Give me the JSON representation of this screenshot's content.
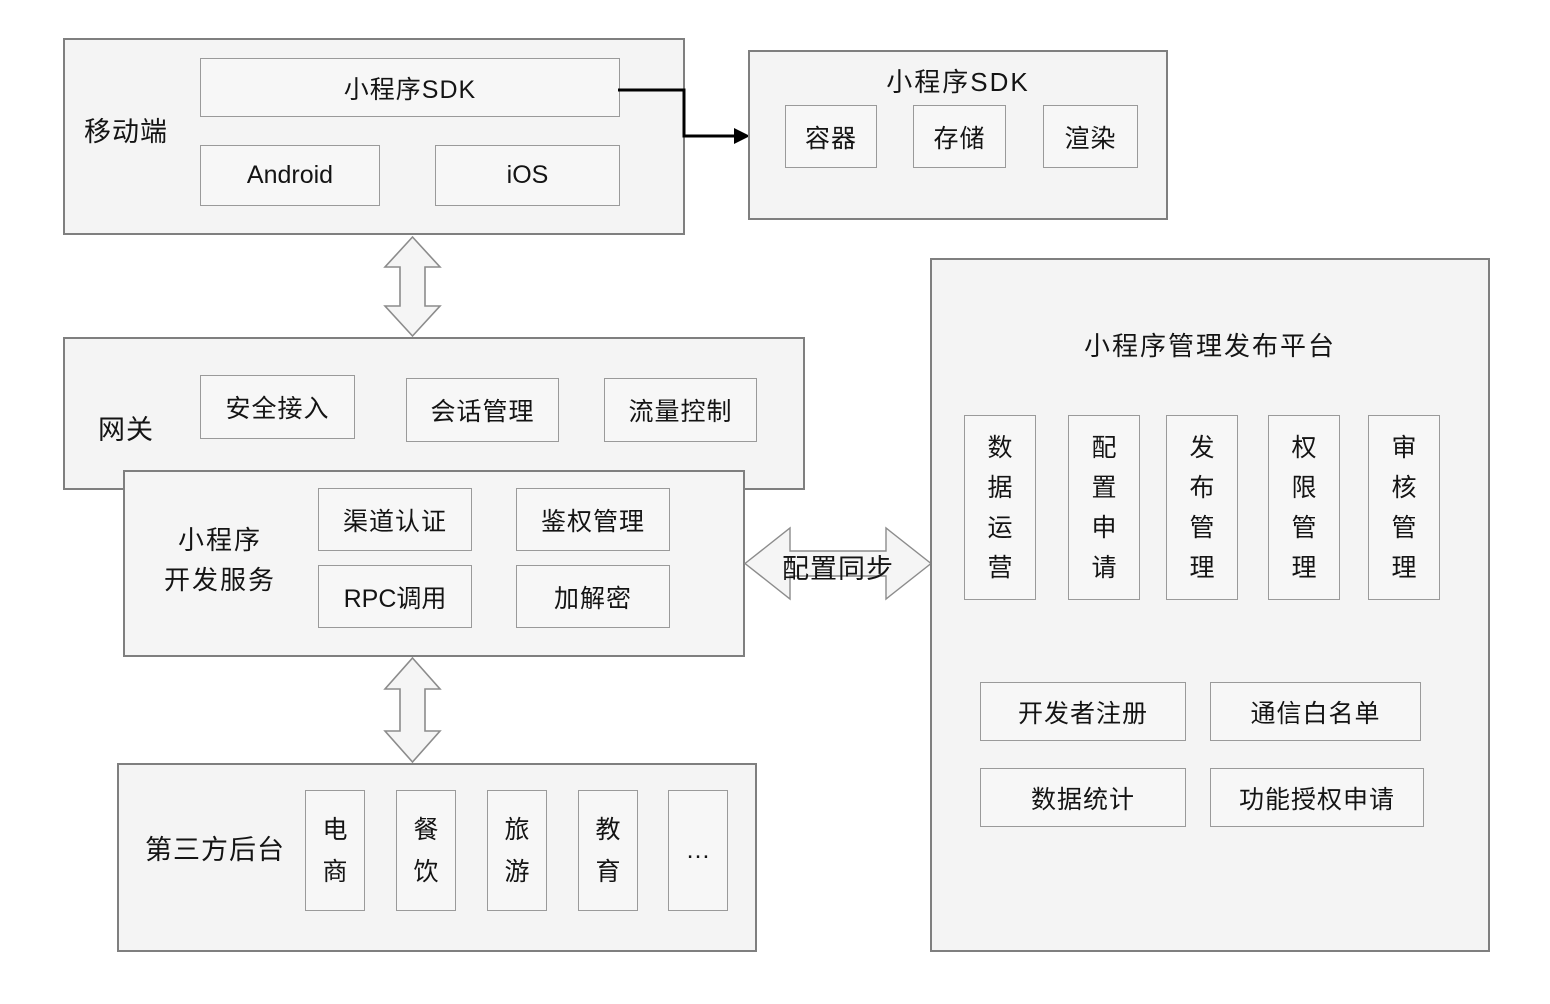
{
  "diagram": {
    "mobile": {
      "label": "移动端",
      "sdk_label": "小程序SDK",
      "platforms": [
        "Android",
        "iOS"
      ]
    },
    "sdk_detail": {
      "title": "小程序SDK",
      "items": [
        "容器",
        "存储",
        "渲染"
      ]
    },
    "gateway": {
      "label": "网关",
      "items": [
        "安全接入",
        "会话管理",
        "流量控制"
      ]
    },
    "dev_service": {
      "label_line1": "小程序",
      "label_line2": "开发服务",
      "items": [
        "渠道认证",
        "鉴权管理",
        "RPC调用",
        "加解密"
      ]
    },
    "sync_arrow": {
      "label": "配置同步"
    },
    "platform": {
      "title": "小程序管理发布平台",
      "vertical_items": [
        "数据运营",
        "配置申请",
        "发布管理",
        "权限管理",
        "审核管理"
      ],
      "bottom_items": [
        "开发者注册",
        "通信白名单",
        "数据统计",
        "功能授权申请"
      ]
    },
    "third_party": {
      "label": "第三方后台",
      "items": [
        "电商",
        "餐饮",
        "旅游",
        "教育",
        "…"
      ]
    },
    "colors": {
      "box_fill": "#f4f4f4",
      "inner_fill": "#f7f7f7",
      "outer_border": "#7f7f7f",
      "inner_border": "#9a9a9a",
      "arrow_fill": "#f5f5f5",
      "arrow_stroke": "#8c8c8c",
      "connector": "#000000",
      "text": "#141414"
    }
  }
}
